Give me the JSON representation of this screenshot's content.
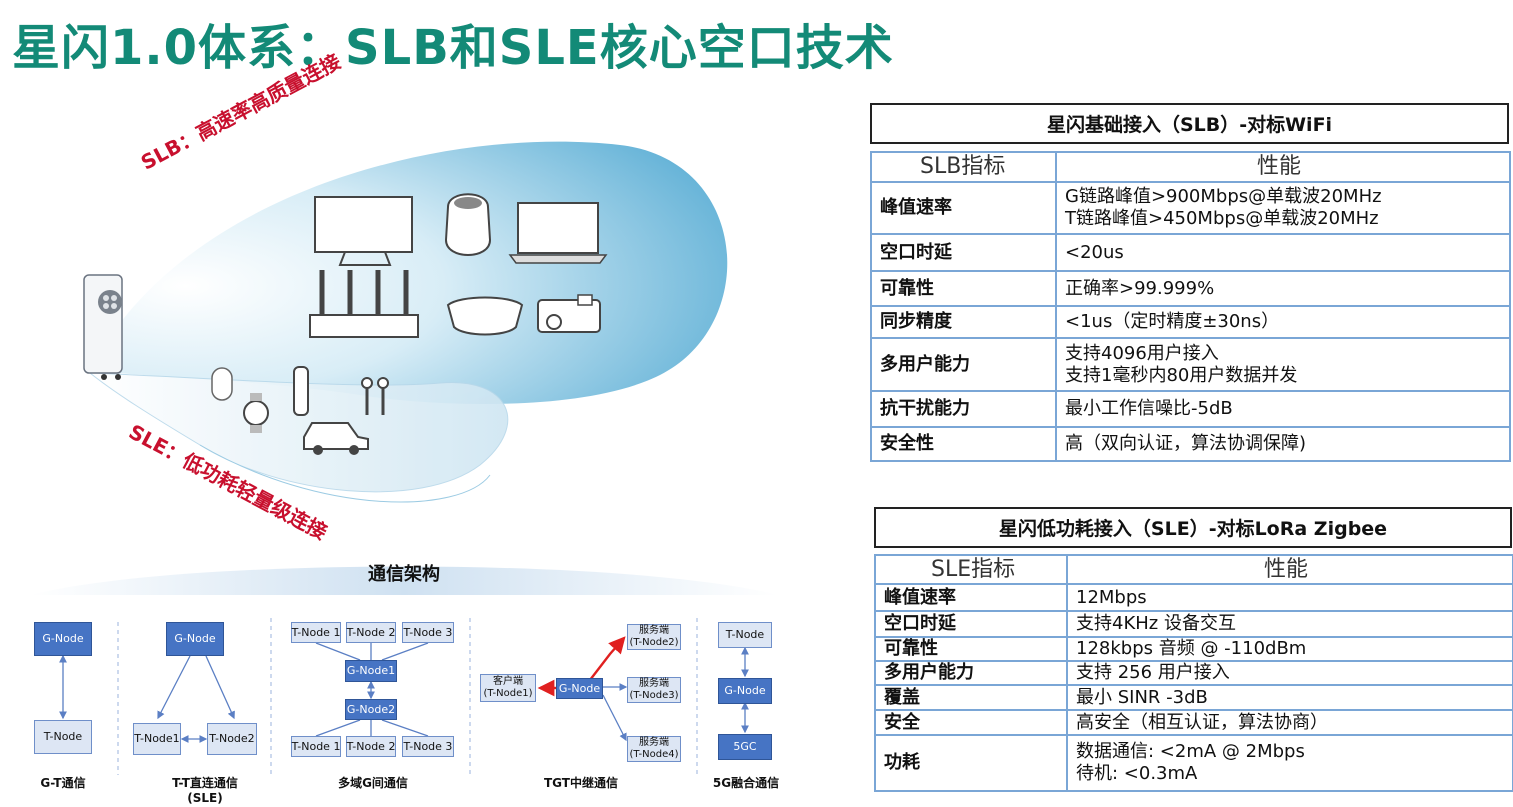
{
  "title": "星闪1.0体系：SLB和SLE核心空口技术",
  "illustration": {
    "slb_caption": "SLB：高速率高质量连接",
    "sle_caption": "SLE：低功耗轻量级连接"
  },
  "architecture": {
    "title": "通信架构",
    "gt": {
      "top": "G-Node",
      "bottom": "T-Node",
      "caption": "G-T通信"
    },
    "tt": {
      "top": "G-Node",
      "left": "T-Node1",
      "right": "T-Node2",
      "caption1": "T-T直连通信",
      "caption2": "(SLE)"
    },
    "multi": {
      "top": [
        "T-Node 1",
        "T-Node 2",
        "T-Node 3"
      ],
      "g1": "G-Node1",
      "g2": "G-Node2",
      "bottom": [
        "T-Node 1",
        "T-Node 2",
        "T-Node 3"
      ],
      "caption": "多域G间通信"
    },
    "tgt": {
      "client_l1": "客户端",
      "client_l2": "(T-Node1)",
      "gnode": "G-Node",
      "servers": [
        {
          "l1": "服务端",
          "l2": "(T-Node2)"
        },
        {
          "l1": "服务端",
          "l2": "(T-Node3)"
        },
        {
          "l1": "服务端",
          "l2": "(T-Node4)"
        }
      ],
      "caption": "TGT中继通信"
    },
    "fiveg": {
      "top": "T-Node",
      "mid": "G-Node",
      "bottom": "5GC",
      "caption": "5G融合通信"
    }
  },
  "slb": {
    "title": "星闪基础接入（SLB）-对标WiFi",
    "header": [
      "SLB指标",
      "性能"
    ],
    "rows": [
      {
        "k": "峰值速率",
        "v": [
          "G链路峰值>900Mbps@单载波20MHz",
          "T链路峰值>450Mbps@单载波20MHz"
        ]
      },
      {
        "k": "空口时延",
        "v": [
          "<20us"
        ]
      },
      {
        "k": "可靠性",
        "v": [
          "正确率>99.999%"
        ]
      },
      {
        "k": "同步精度",
        "v": [
          "<1us（定时精度±30ns）"
        ]
      },
      {
        "k": "多用户能力",
        "v": [
          "支持4096用户接入",
          "支持1毫秒内80用户数据并发"
        ]
      },
      {
        "k": "抗干扰能力",
        "v": [
          "最小工作信噪比-5dB"
        ]
      },
      {
        "k": "安全性",
        "v": [
          "高（双向认证，算法协调保障)"
        ]
      }
    ]
  },
  "sle": {
    "title": "星闪低功耗接入（SLE）-对标LoRa Zigbee",
    "header": [
      "SLE指标",
      "性能"
    ],
    "rows": [
      {
        "k": "峰值速率",
        "v": [
          "12Mbps"
        ]
      },
      {
        "k": "空口时延",
        "v": [
          "支持4KHz 设备交互"
        ]
      },
      {
        "k": "可靠性",
        "v": [
          "128kbps 音频 @ -110dBm"
        ]
      },
      {
        "k": "多用户能力",
        "v": [
          "支持 256 用户接入"
        ]
      },
      {
        "k": "覆盖",
        "v": [
          "最小 SINR -3dB"
        ]
      },
      {
        "k": "安全",
        "v": [
          "高安全（相互认证，算法协商）"
        ]
      },
      {
        "k": "功耗",
        "v": [
          "数据通信: <2mA @ 2Mbps",
          "待机: <0.3mA"
        ]
      }
    ]
  },
  "colors": {
    "title": "#138a77",
    "accent_red": "#c8102e",
    "node_dark": "#4674c4",
    "node_light": "#dde6f4",
    "table_border": "#7aa6d6"
  }
}
